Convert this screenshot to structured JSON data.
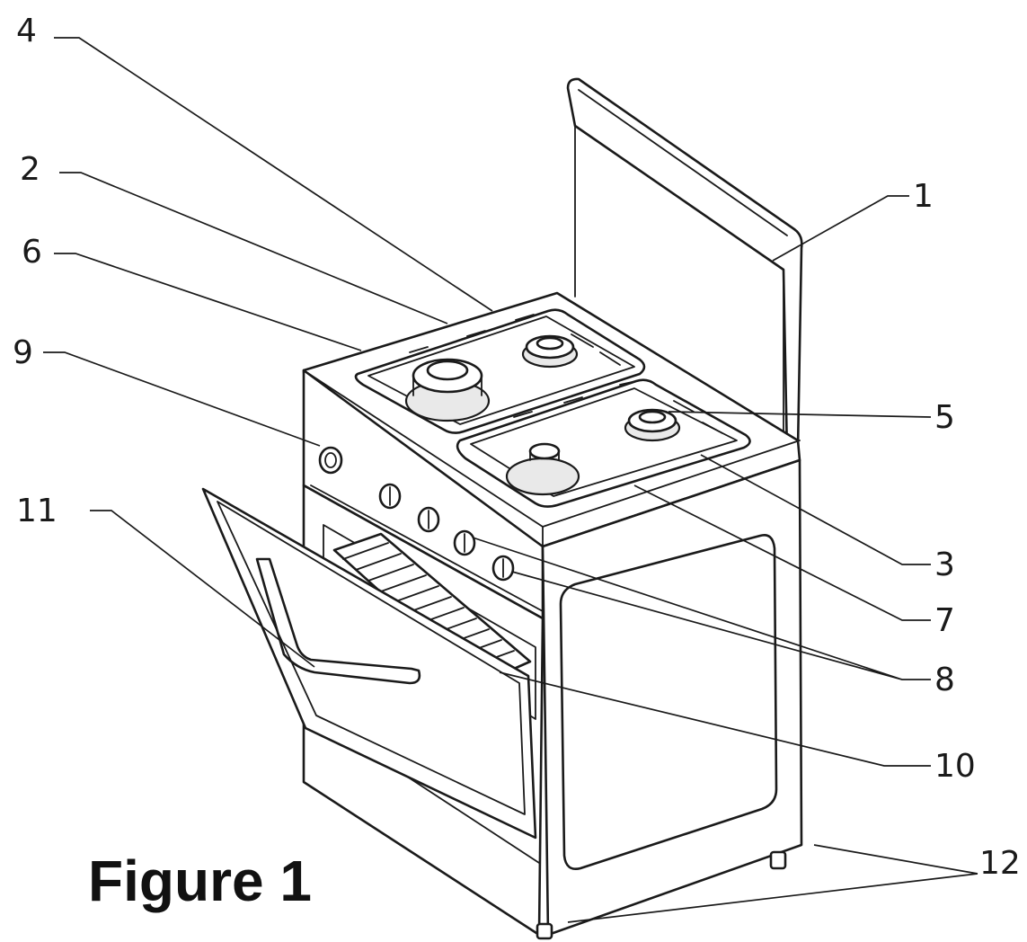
{
  "figure": {
    "title": "Figure 1"
  },
  "callouts": {
    "c1": "1",
    "c2": "2",
    "c3": "3",
    "c4": "4",
    "c5": "5",
    "c6": "6",
    "c7": "7",
    "c8": "8",
    "c9": "9",
    "c10": "10",
    "c11": "11",
    "c12": "12"
  }
}
